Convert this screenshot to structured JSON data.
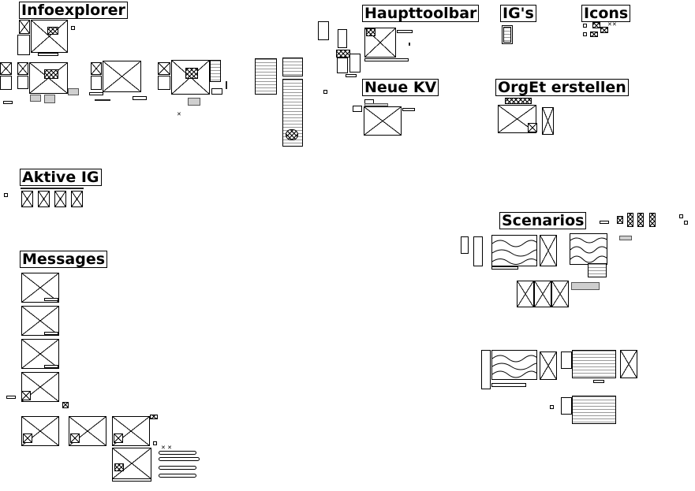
{
  "sections": {
    "infoexplorer": "Infoexplorer",
    "haupttoolbar": "Haupttoolbar",
    "igs": "IG's",
    "icons": "Icons",
    "neue_kv": "Neue KV",
    "orget_erstellen": "OrgEt erstellen",
    "aktive_ig": "Aktive IG",
    "scenarios": "Scenarios",
    "messages": "Messages"
  },
  "colors": {
    "line": "#000000",
    "background": "#ffffff",
    "fill_grey": "#cfcfcf"
  }
}
